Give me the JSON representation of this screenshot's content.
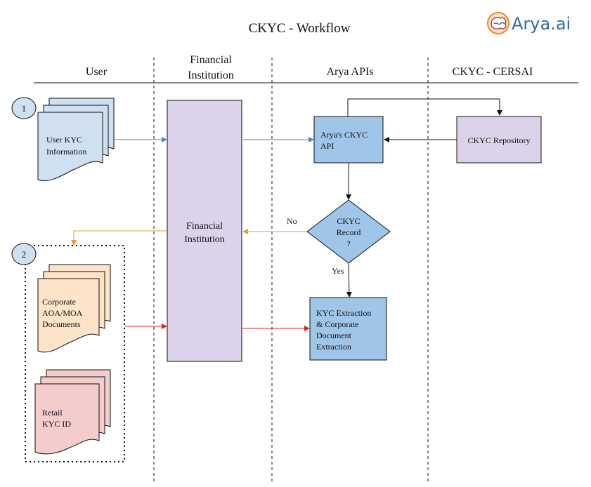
{
  "title": "CKYC - Workflow",
  "logo": {
    "text": "Arya.ai",
    "icon": "arya-brain-icon",
    "color": "#2f6e9e",
    "accent": "#e8892f"
  },
  "lanes": {
    "user": "User",
    "fi_line1": "Financial",
    "fi_line2": "Institution",
    "arya": "Arya APIs",
    "ckyc": "CKYC - CERSAI"
  },
  "badges": {
    "step1": "1",
    "step2": "2"
  },
  "user_kyc": {
    "line1": "User KYC",
    "line2": "Information",
    "color": "#cfe0f1"
  },
  "fi_box": {
    "line1": "Financial",
    "line2": "Institution",
    "color": "#dcd3ea"
  },
  "arya_api": {
    "line1": "Arya's CKYC",
    "line2": "API",
    "color": "#9fc5e8"
  },
  "ckyc_repo": {
    "label": "CKYC Repository",
    "color": "#dcd3ea"
  },
  "decision": {
    "line1": "CKYC",
    "line2": "Record",
    "line3": "?",
    "no": "No",
    "yes": "Yes",
    "color": "#9fc5e8"
  },
  "extraction": {
    "line1": "KYC Extraction",
    "line2": "& Corporate",
    "line3": "Document",
    "line4": "Extraction",
    "color": "#9fc5e8"
  },
  "corporate_docs": {
    "line1": "Corporate",
    "line2": "AOA/MOA",
    "line3": "Documents",
    "color": "#fde3c8"
  },
  "retail_docs": {
    "line1": "Retail",
    "line2": "KYC ID",
    "color": "#f4cccc"
  },
  "arrow_colors": {
    "blue": "#4a86c8",
    "orange": "#e69b2b",
    "red": "#d02a2a",
    "black": "#111111"
  }
}
